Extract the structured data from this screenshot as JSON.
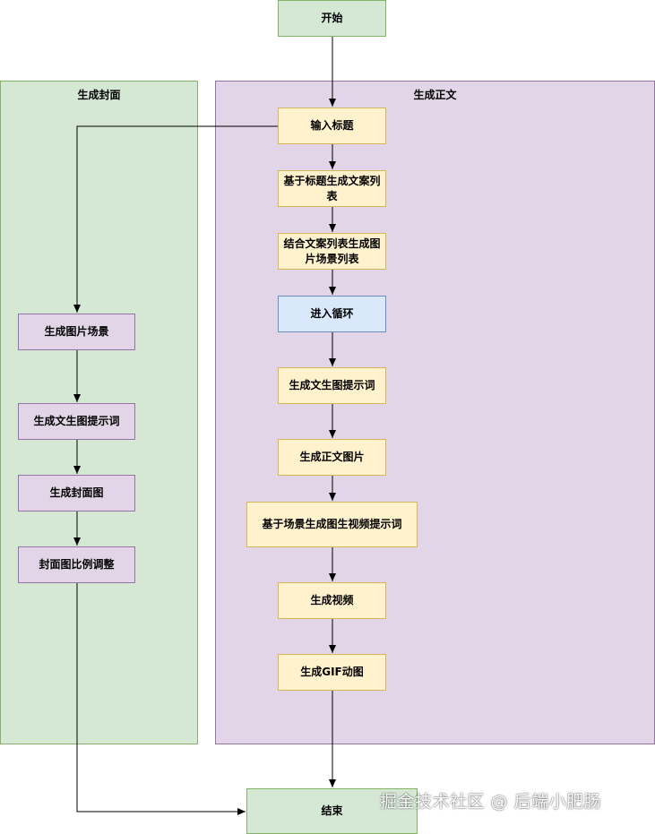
{
  "colors": {
    "cover_lane_fill": "#d5e8d4",
    "body_lane_fill": "#e1d5e7",
    "yellow_node": "#fff2cc",
    "purple_node": "#e1d5e7",
    "blue_node": "#dae8fc",
    "green_node": "#d5e8d4",
    "edge": "#000000"
  },
  "lanes": {
    "cover_title": "生成封面",
    "body_title": "生成正文"
  },
  "nodes": {
    "start": "开始",
    "input_title": "输入标题",
    "copy_list": "基于标题生成文案列表",
    "scene_list": "结合文案列表生成图片场景列表",
    "enter_loop": "进入循环",
    "t2i_prompt": "生成文生图提示词",
    "body_image": "生成正文图片",
    "i2v_prompt": "基于场景生成图生视频提示词",
    "video": "生成视频",
    "gif": "生成GIF动图",
    "cover_scene": "生成图片场景",
    "cover_t2i_prompt": "生成文生图提示词",
    "cover_image": "生成封面图",
    "cover_ratio": "封面图比例调整",
    "end": "结束"
  },
  "watermark": "掘金技术社区 @ 后端小肥肠"
}
